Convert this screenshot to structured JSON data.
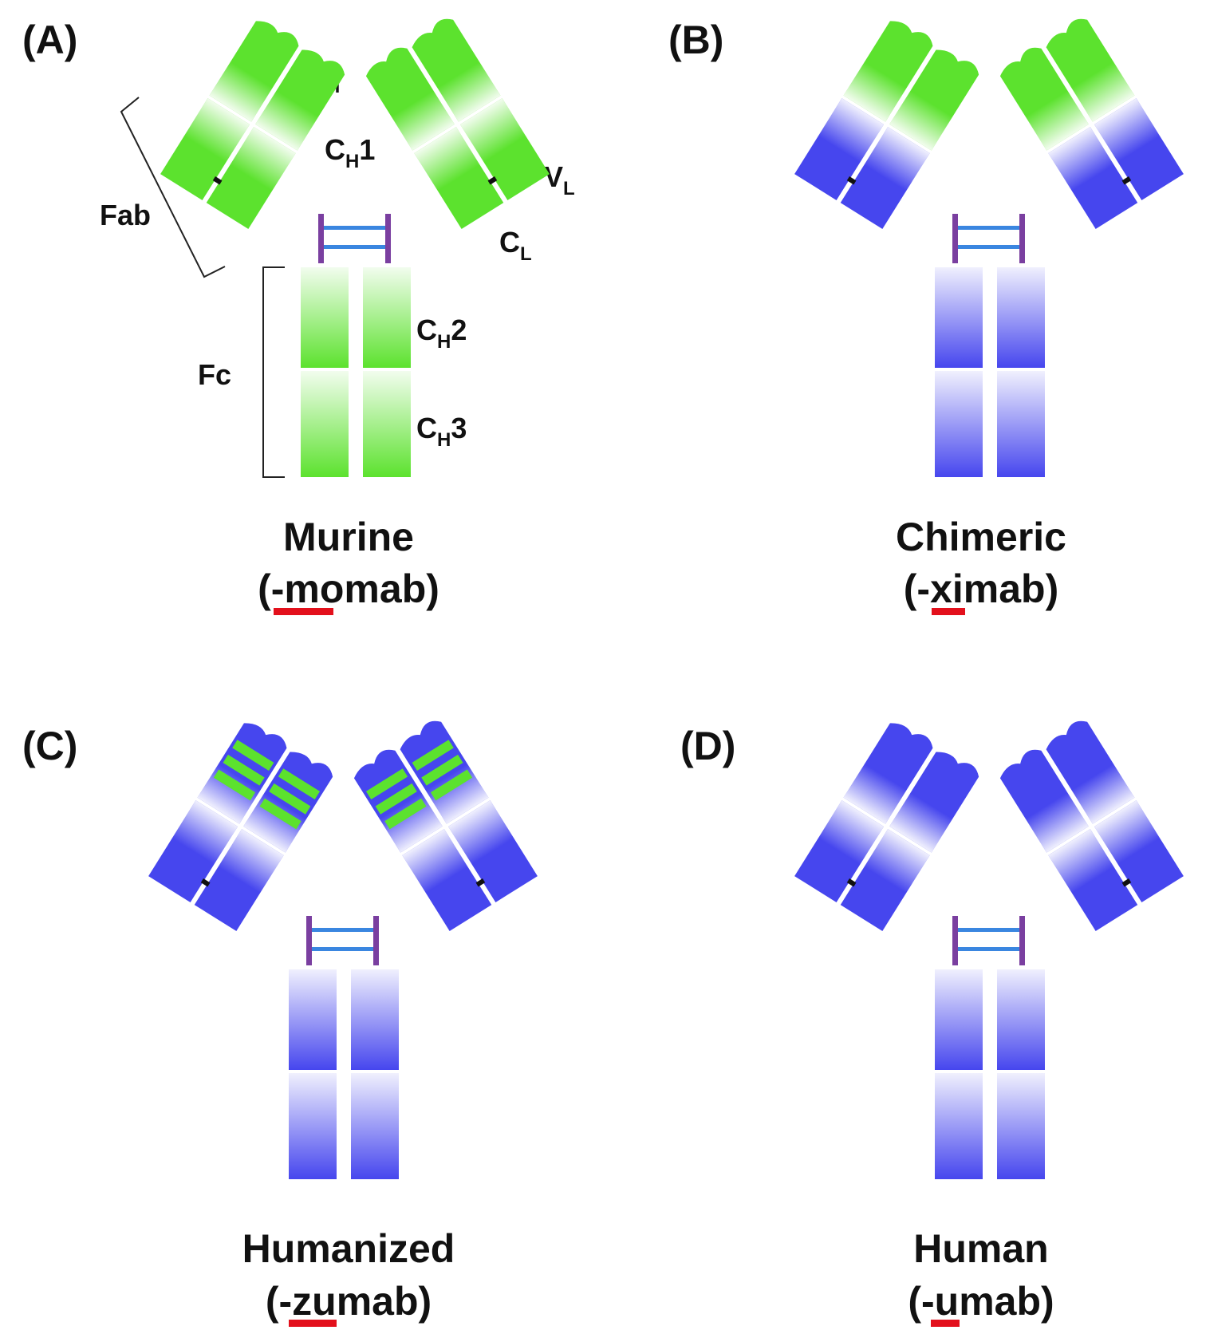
{
  "labels": {
    "fab": "Fab",
    "fc": "Fc",
    "vh_main": "V",
    "vh_sub": "H",
    "ch1_main": "C",
    "ch1_sub": "H",
    "ch1_tail": "1",
    "vl_main": "V",
    "vl_sub": "L",
    "cl_main": "C",
    "cl_sub": "L",
    "ch2_main": "C",
    "ch2_sub": "H",
    "ch2_tail": "2",
    "ch3_main": "C",
    "ch3_sub": "H",
    "ch3_tail": "3"
  },
  "panels": [
    {
      "tag": "(A)",
      "name": "Murine",
      "suffix_open": "(-",
      "suffix_key": "mo",
      "suffix_rest": "mab)"
    },
    {
      "tag": "(B)",
      "name": "Chimeric",
      "suffix_open": "(-",
      "suffix_key": "xi",
      "suffix_rest": "mab)"
    },
    {
      "tag": "(C)",
      "name": "Humanized",
      "suffix_open": "(-",
      "suffix_key": "zu",
      "suffix_rest": "mab)"
    },
    {
      "tag": "(D)",
      "name": "Human",
      "suffix_open": "(-",
      "suffix_key": "u",
      "suffix_rest": "mab)"
    }
  ],
  "colors": {
    "murine_green": "#5ce22e",
    "human_blue": "#4646ee",
    "hinge_purple": "#7a3fa0",
    "disulfide_blue": "#3a86e0",
    "suffix_underline": "#e3101c"
  }
}
